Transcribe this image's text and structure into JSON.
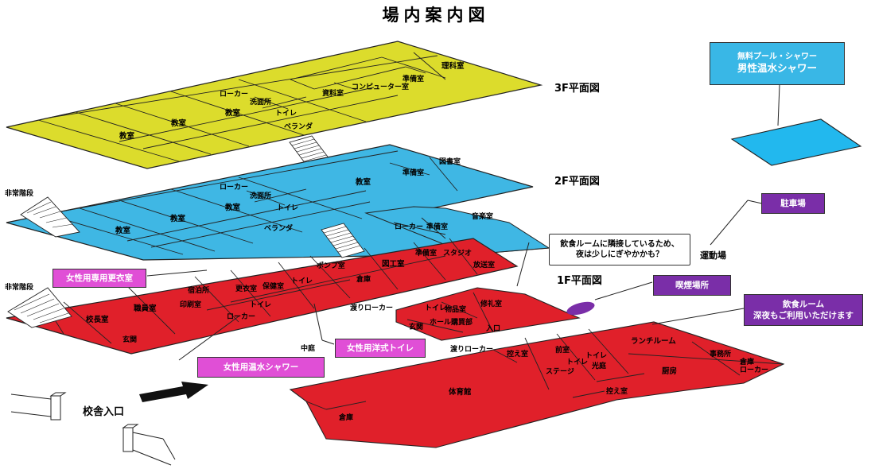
{
  "title": "場内案内図",
  "floors": {
    "f3": {
      "label": "3F平面図"
    },
    "f2": {
      "label": "2F平面図"
    },
    "f1": {
      "label": "1F平面図"
    }
  },
  "colors": {
    "f3": "#dcdc2c",
    "f2": "#3fb7e4",
    "f1": "#e0202a",
    "stairs": "#ffffff",
    "pool": "#22b8ee"
  },
  "rooms3f": {
    "kyoshitsu_a": "教室",
    "kyoshitsu_b": "教室",
    "kyoshitsu_c": "教室",
    "roka": "ローカー",
    "senmen": "洗面所",
    "toire": "トイレ",
    "veranda": "ベランダ",
    "shiryo": "資料室",
    "computer": "コンピューター室",
    "junbi": "準備室",
    "rika": "理科室"
  },
  "rooms2f": {
    "kyoshitsu_a": "教室",
    "kyoshitsu_b": "教室",
    "kyoshitsu_c": "教室",
    "kyoshitsu_d": "教室",
    "roka": "ローカー",
    "senmen": "洗面所",
    "toire": "トイレ",
    "veranda": "ベランダ",
    "junbi": "準備室",
    "tosho": "図書室",
    "roka2": "ローカー",
    "junbi2": "準備室",
    "ongaku": "音楽室",
    "hijo": "非常階段"
  },
  "rooms1f": {
    "kocho": "校長室",
    "shokuin": "職員室",
    "insatsu": "印刷室",
    "shukuhaku": "宿泊所",
    "koui": "更衣室",
    "hoken": "保健室",
    "toire_a": "トイレ",
    "toire_b": "トイレ",
    "roka": "ローカー",
    "genkan": "玄関",
    "pump": "ポンプ室",
    "soko": "倉庫",
    "zuko": "図工室",
    "junbi": "準備室",
    "studio": "スタジオ",
    "hoso": "放送室",
    "hijo": "非常階段",
    "watari1": "渡りローカー",
    "toire_c": "トイレ",
    "buppin": "物品室",
    "hall": "ホール",
    "kobai": "購買部",
    "shurei": "修礼室",
    "genkan2": "玄関",
    "iriguchi": "入口",
    "watari2": "渡りローカー",
    "hikae1": "控え室",
    "maeshitsu": "前室",
    "toire_d": "トイレ",
    "toire_e": "トイレ",
    "stage": "ステージ",
    "kotei": "光庭",
    "lunch": "ランチルーム",
    "jimu": "事務所",
    "soko2": "倉庫",
    "roka2": "ローカー",
    "chubo": "厨房",
    "hikae2": "控え室",
    "taiikukan": "体育館",
    "soko3": "倉庫",
    "nakaniwa": "中庭"
  },
  "labels": {
    "undojo": "運動場",
    "entrance": "校舎入口"
  },
  "callouts": {
    "josei_koui": "女性用専用更衣室",
    "josei_toilet": "女性用洋式トイレ",
    "josei_shower": "女性用温水シャワー",
    "kitsuen": "喫煙場所",
    "chushajo": "駐車場",
    "inshoku_line1": "飲食ルーム",
    "inshoku_line2": "深夜もご利用いただけます",
    "note_line1": "飲食ルームに隣接しているため、",
    "note_line2": "夜は少しにぎやかかも？",
    "pool_line1": "無料プール・シャワー",
    "pool_line2": "男性温水シャワー"
  }
}
